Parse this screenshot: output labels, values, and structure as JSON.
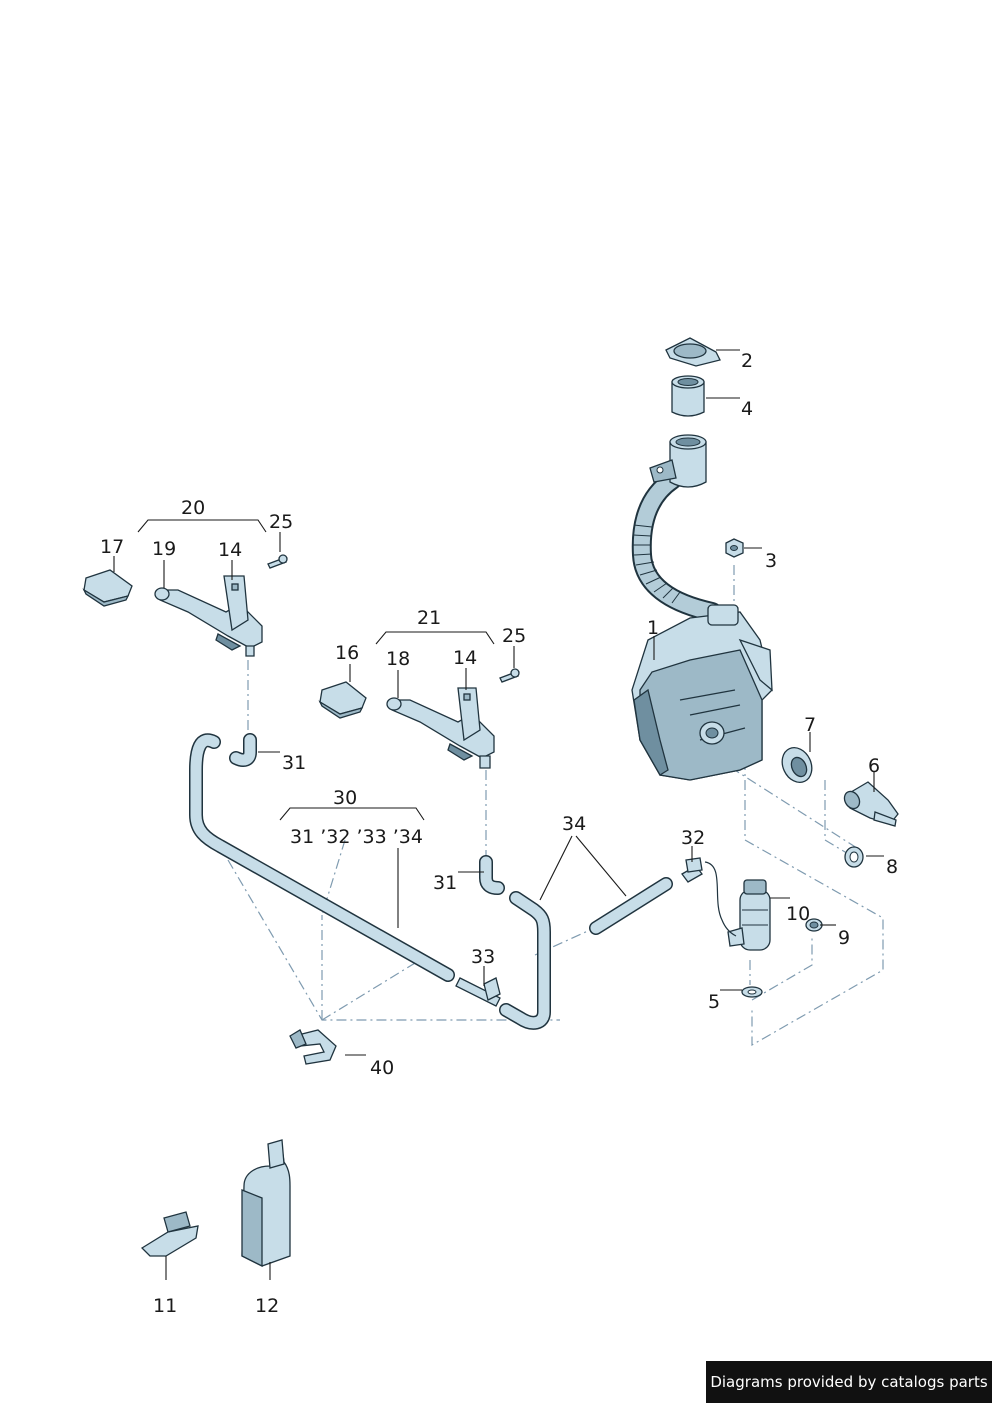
{
  "footer": {
    "text": "Diagrams provided by catalogs parts"
  },
  "callouts": {
    "c1": "1",
    "c2": "2",
    "c3": "3",
    "c4": "4",
    "c5": "5",
    "c6": "6",
    "c7": "7",
    "c8": "8",
    "c9": "9",
    "c10": "10",
    "c11": "11",
    "c12": "12",
    "c14a": "14",
    "c14b": "14",
    "c16": "16",
    "c17": "17",
    "c18": "18",
    "c19": "19",
    "c20": "20",
    "c21": "21",
    "c25a": "25",
    "c25b": "25",
    "c30": "30",
    "c30sub": "31 ’32 ’33 ’34",
    "c31a": "31",
    "c31b": "31",
    "c32": "32",
    "c33": "33",
    "c34": "34",
    "c40": "40"
  },
  "colors": {
    "part": "#c7dde8",
    "outline": "#20343f",
    "dash": "#7f9bb0",
    "badge": "#111111"
  }
}
